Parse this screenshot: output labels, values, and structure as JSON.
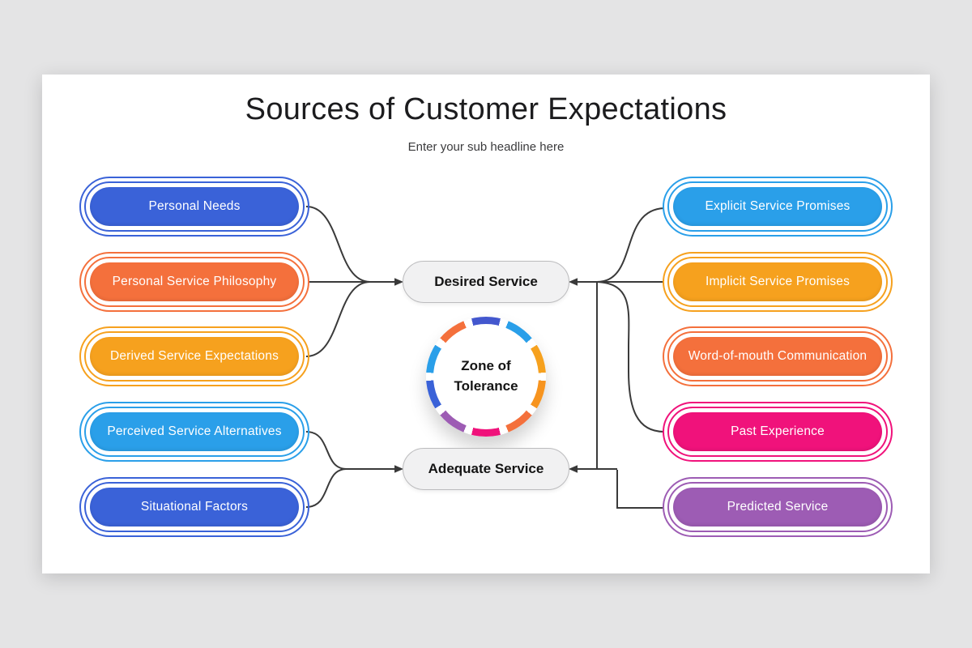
{
  "header": {
    "title": "Sources of Customer Expectations",
    "subtitle": "Enter your sub headline here"
  },
  "left_column": [
    {
      "label": "Personal Needs",
      "color": "#3a62d8"
    },
    {
      "label": "Personal Service Philosophy",
      "color": "#f4703c"
    },
    {
      "label": "Derived Service Expectations",
      "color": "#f6a11e"
    },
    {
      "label": "Perceived Service Alternatives",
      "color": "#2a9fe9"
    },
    {
      "label": "Situational Factors",
      "color": "#3a62d8"
    }
  ],
  "right_column": [
    {
      "label": "Explicit Service Promises",
      "color": "#2a9fe9"
    },
    {
      "label": "Implicit Service Promises",
      "color": "#f6a11e"
    },
    {
      "label": "Word-of-mouth Communication",
      "color": "#f4703c"
    },
    {
      "label": "Past Experience",
      "color": "#f0127b"
    },
    {
      "label": "Predicted Service",
      "color": "#9d5cb4"
    }
  ],
  "center": {
    "desired_label": "Desired Service",
    "adequate_label": "Adequate Service",
    "zone_line1": "Zone of",
    "zone_line2": "Tolerance",
    "zone_ring_colors": [
      "#4357ce",
      "#2a9fe9",
      "#f6a11e",
      "#f7941f",
      "#f4703c",
      "#f0127b",
      "#9d5cb4",
      "#3a62d8",
      "#2a9fe9",
      "#f4703c"
    ]
  },
  "connectors": {
    "line_color": "#3a3a3a"
  }
}
